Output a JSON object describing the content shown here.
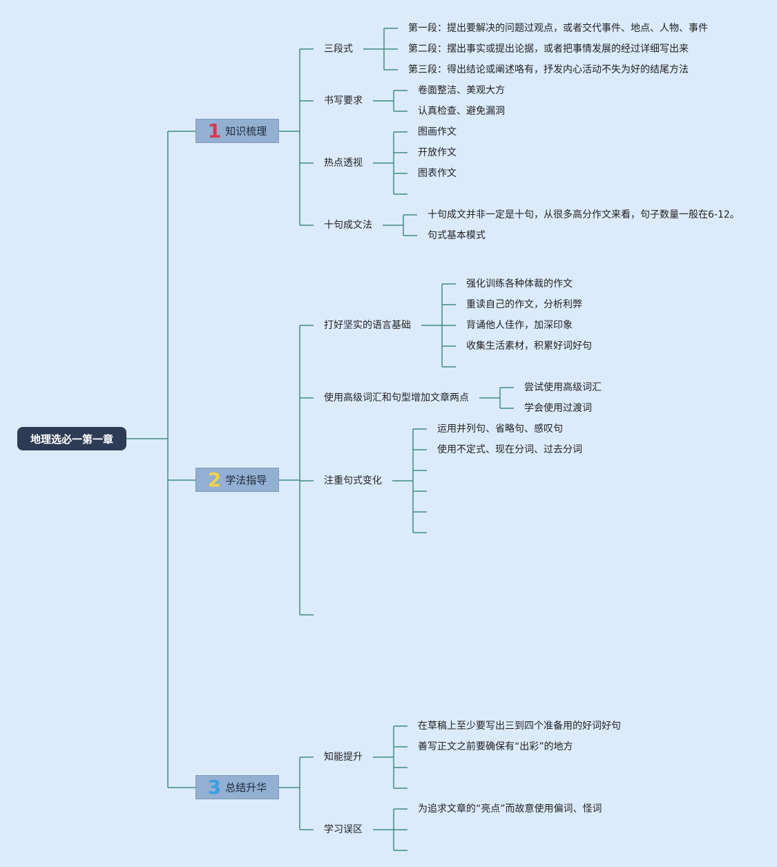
{
  "root": {
    "label": "地理选必一第一章"
  },
  "sections": [
    {
      "number": "1",
      "number_color": "#d43a4b",
      "label": "知识梳理",
      "topics": [
        {
          "label": "三段式",
          "items": [
            "第一段：提出要解决的问题过观点，或者交代事件、地点、人物、事件",
            "第二段：摆出事实或提出论据，或者把事情发展的经过详细写出来",
            "第三段：得出结论或阐述咯有，抒发内心活动不失为好的结尾方法"
          ]
        },
        {
          "label": "书写要求",
          "items": [
            "卷面整洁、美观大方",
            "认真检查、避免漏洞"
          ]
        },
        {
          "label": "热点透视",
          "items": [
            "图画作文",
            "开放作文",
            "图表作文",
            ""
          ]
        },
        {
          "label": "十句成文法",
          "items": [
            "十句成文并非一定是十句，从很多高分作文来看，句子数量一般在6-12。",
            "句式基本模式"
          ]
        }
      ]
    },
    {
      "number": "2",
      "number_color": "#f2d24a",
      "label": "学法指导",
      "topics": [
        {
          "label": "打好坚实的语言基础",
          "items": [
            "强化训练各种体裁的作文",
            "重读自己的作文，分析利弊",
            "背诵他人佳作，加深印象",
            "收集生活素材，积累好词好句",
            ""
          ]
        },
        {
          "label": "使用高级词汇和句型增加文章两点",
          "items": [
            "尝试使用高级词汇",
            "学会使用过渡词"
          ]
        },
        {
          "label": "注重句式变化",
          "items": [
            "运用并列句、省略句、感叹句",
            "使用不定式、现在分词、过去分词",
            "",
            "",
            "",
            ""
          ]
        },
        {
          "label": "",
          "items": []
        }
      ]
    },
    {
      "number": "3",
      "number_color": "#3a9ee0",
      "label": "总结升华",
      "topics": [
        {
          "label": "知能提升",
          "items": [
            "在草稿上至少要写出三到四个准备用的好词好句",
            "善写正文之前要确保有“出彩”的地方",
            "",
            ""
          ]
        },
        {
          "label": "学习误区",
          "items": [
            "为追求文章的“亮点”而故意使用偏词、怪词",
            "",
            ""
          ]
        }
      ]
    }
  ],
  "colors": {
    "background": "#dcebfb",
    "line": "#3f8a80",
    "root_fill": "#2e3b55",
    "section_fill": "#93afd1"
  }
}
